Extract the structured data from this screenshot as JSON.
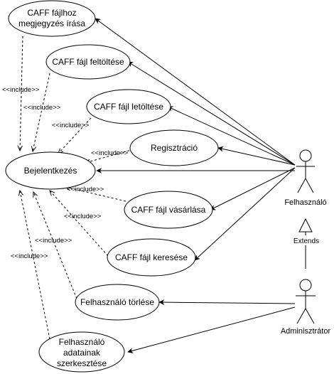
{
  "use_cases": {
    "bejelentkezes": "Bejelentkezés",
    "megjegyzes": [
      "CAFF fájlhoz",
      "megjegyzés írása"
    ],
    "feltoltes": "CAFF fájl feltöltése",
    "letoltes": "CAFF fájl letöltése",
    "regisztracio": "Regisztráció",
    "vasarlas": "CAFF fájl vásárlása",
    "kereses": "CAFF fájl keresése",
    "torles": "Felhasználó törlése",
    "szerkesztes": [
      "Felhasználó",
      "adatainak",
      "szerkesztése"
    ]
  },
  "actors": {
    "felhasznalo": "Felhasználó",
    "adminisztrator": "Adminisztrátor"
  },
  "relations": {
    "include_label": "<<include>>",
    "extends_label": "Extends"
  }
}
